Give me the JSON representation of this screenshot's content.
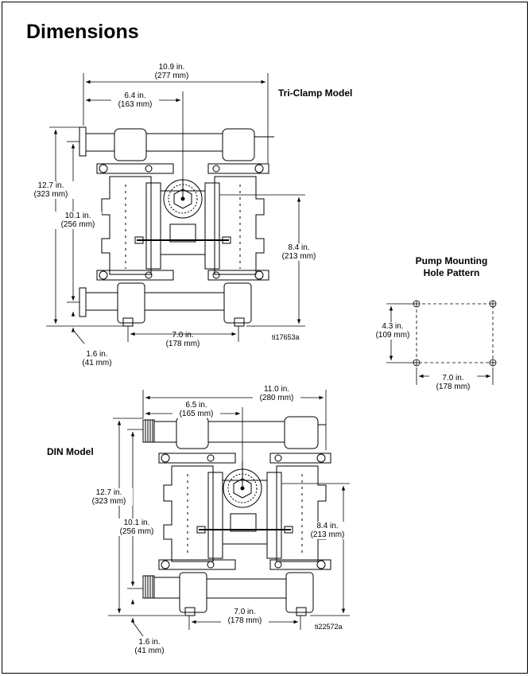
{
  "page_title": "Dimensions",
  "tri_clamp": {
    "model_label": "Tri-Clamp Model",
    "figure_id": "ti17653a",
    "dims": {
      "overall_width": {
        "in": "10.9 in.",
        "mm": "(277 mm)"
      },
      "center_width": {
        "in": "6.4 in.",
        "mm": "(163 mm)"
      },
      "overall_height": {
        "in": "12.7 in.",
        "mm": "(323 mm)"
      },
      "port_height": {
        "in": "10.1 in.",
        "mm": "(256 mm)"
      },
      "center_height": {
        "in": "8.4 in.",
        "mm": "(213 mm)"
      },
      "base_width": {
        "in": "7.0 in.",
        "mm": "(178 mm)"
      },
      "inlet_height": {
        "in": "1.6 in.",
        "mm": "(41 mm)"
      }
    }
  },
  "mounting": {
    "title_line1": "Pump Mounting",
    "title_line2": "Hole Pattern",
    "height": {
      "in": "4.3 in.",
      "mm": "(109 mm)"
    },
    "width": {
      "in": "7.0 in.",
      "mm": "(178 mm)"
    }
  },
  "din": {
    "model_label": "DIN Model",
    "figure_id": "ti22572a",
    "dims": {
      "overall_width": {
        "in": "11.0 in.",
        "mm": "(280 mm)"
      },
      "center_width": {
        "in": "6.5 in.",
        "mm": "(165 mm)"
      },
      "overall_height": {
        "in": "12.7 in.",
        "mm": "(323 mm)"
      },
      "port_height": {
        "in": "10.1 in.",
        "mm": "(256 mm)"
      },
      "center_height": {
        "in": "8.4 in.",
        "mm": "(213 mm)"
      },
      "base_width": {
        "in": "7.0 in.",
        "mm": "(178 mm)"
      },
      "inlet_height": {
        "in": "1.6 in.",
        "mm": "(41 mm)"
      }
    }
  }
}
